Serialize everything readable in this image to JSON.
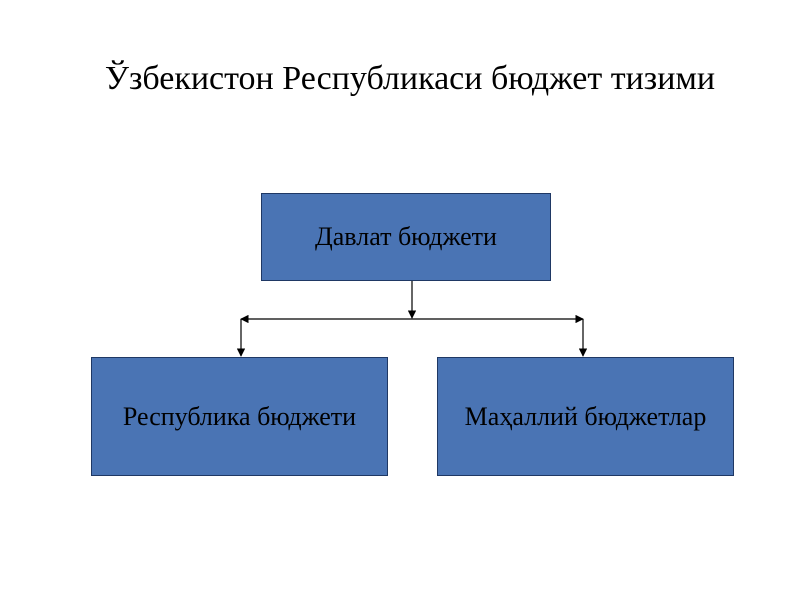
{
  "title": "Ўзбекистон Республикаси бюджет тизими",
  "colors": {
    "box_fill": "#4a74b4",
    "box_border": "#1f3864",
    "connector": "#000000"
  },
  "nodes": {
    "root": "Давлат бюджети",
    "left": "Республика бюджети",
    "right": "Маҳаллий бюджетлар"
  }
}
